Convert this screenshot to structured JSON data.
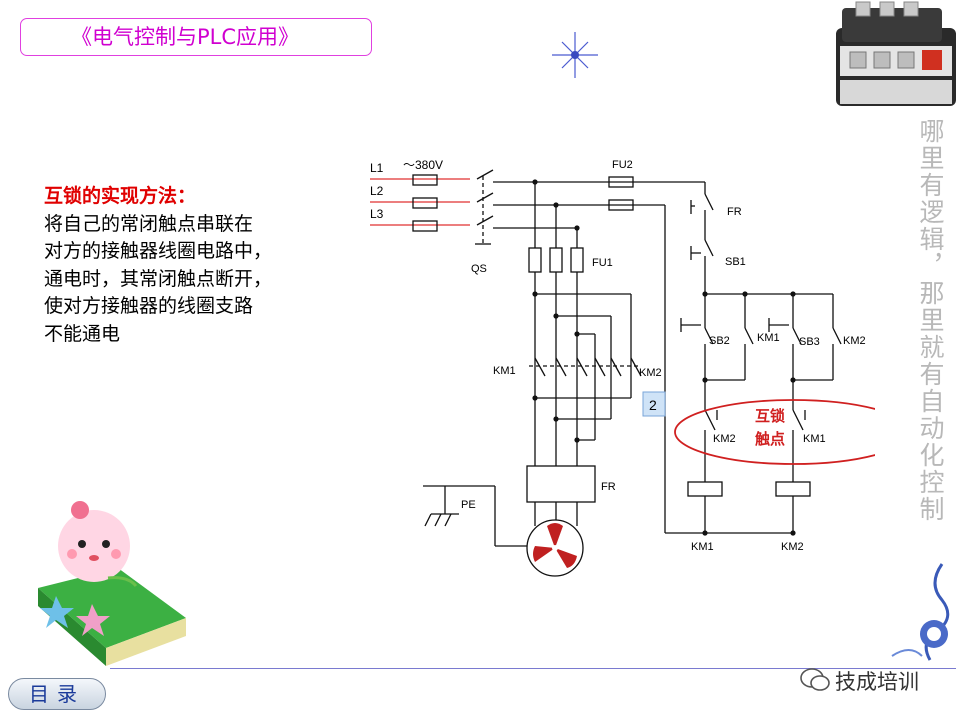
{
  "header": {
    "title": "《电气控制与PLC应用》"
  },
  "slogan": "哪里有逻辑，那里就有自动化控制",
  "explanation": {
    "heading": "互锁的实现方法：",
    "lines": [
      "将自己的常闭触点串联在",
      "对方的接触器线圈电路中，",
      "通电时，其常闭触点断开，",
      "使对方接触器的线圈支路",
      "不能通电"
    ]
  },
  "circuit": {
    "phases": [
      "L1",
      "L2",
      "L3"
    ],
    "voltage": "～380V",
    "labels": {
      "qs": "QS",
      "fu1": "FU1",
      "fu2": "FU2",
      "fr_main": "FR",
      "fr_ctrl": "FR",
      "sb1": "SB1",
      "sb2": "SB2",
      "sb3": "SB3",
      "km1_main": "KM1",
      "km2_main": "KM2",
      "km1_hold": "KM1",
      "km2_hold": "KM2",
      "km2_interlock": "KM2",
      "km1_interlock": "KM1",
      "coil_km1": "KM1",
      "coil_km2": "KM2",
      "pe": "PE",
      "badge": "2"
    },
    "interlock_callout": [
      "互锁",
      "触点"
    ]
  },
  "footer": {
    "menu_label": "目录",
    "watermark": "技成培训"
  },
  "colors": {
    "title": "#d000d0",
    "heading": "#e00000",
    "callout": "#d02020",
    "slogan": "#b8b8b8"
  }
}
